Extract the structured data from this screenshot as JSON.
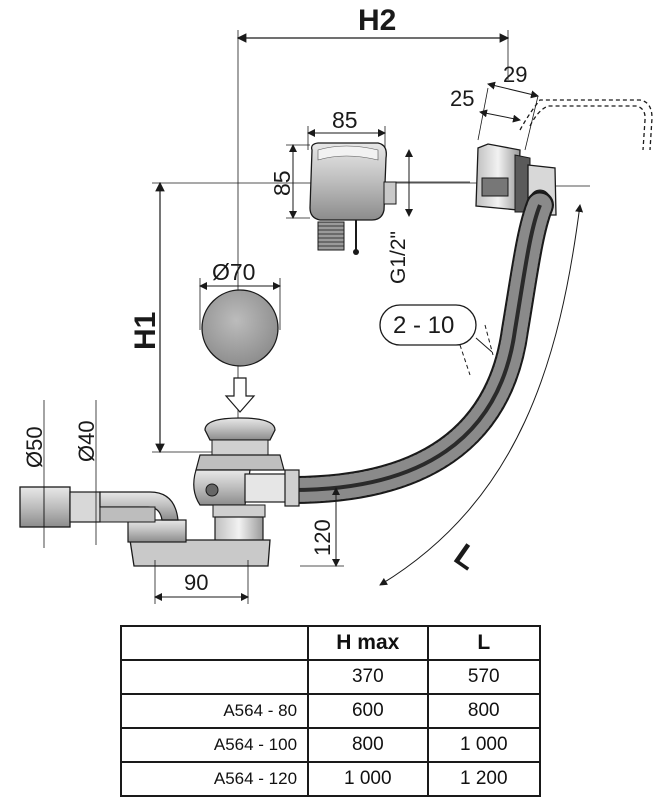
{
  "dimensions": {
    "h2": "H2",
    "h1": "H1",
    "l": "L",
    "w29": "29",
    "w25": "25",
    "w85_width": "85",
    "w85_height": "85",
    "thread": "G1/2\"",
    "range": "2 - 10",
    "dia70": "Ø70",
    "dia50": "Ø50",
    "dia40": "Ø40",
    "h120": "120",
    "w90": "90"
  },
  "table": {
    "headers": [
      "",
      "H max",
      "L"
    ],
    "rows": [
      {
        "model": "",
        "hmax": "370",
        "l": "570"
      },
      {
        "model": "A564  - 80",
        "hmax": "600",
        "l": "800"
      },
      {
        "model": "A564 - 100",
        "hmax": "800",
        "l": "1 000"
      },
      {
        "model": "A564 - 120",
        "hmax": "1 000",
        "l": "1 200"
      }
    ]
  },
  "colors": {
    "line": "#1a1a1a",
    "metal_light": "#d9d9d9",
    "metal_mid": "#a6a6a6",
    "metal_dark": "#555555"
  }
}
